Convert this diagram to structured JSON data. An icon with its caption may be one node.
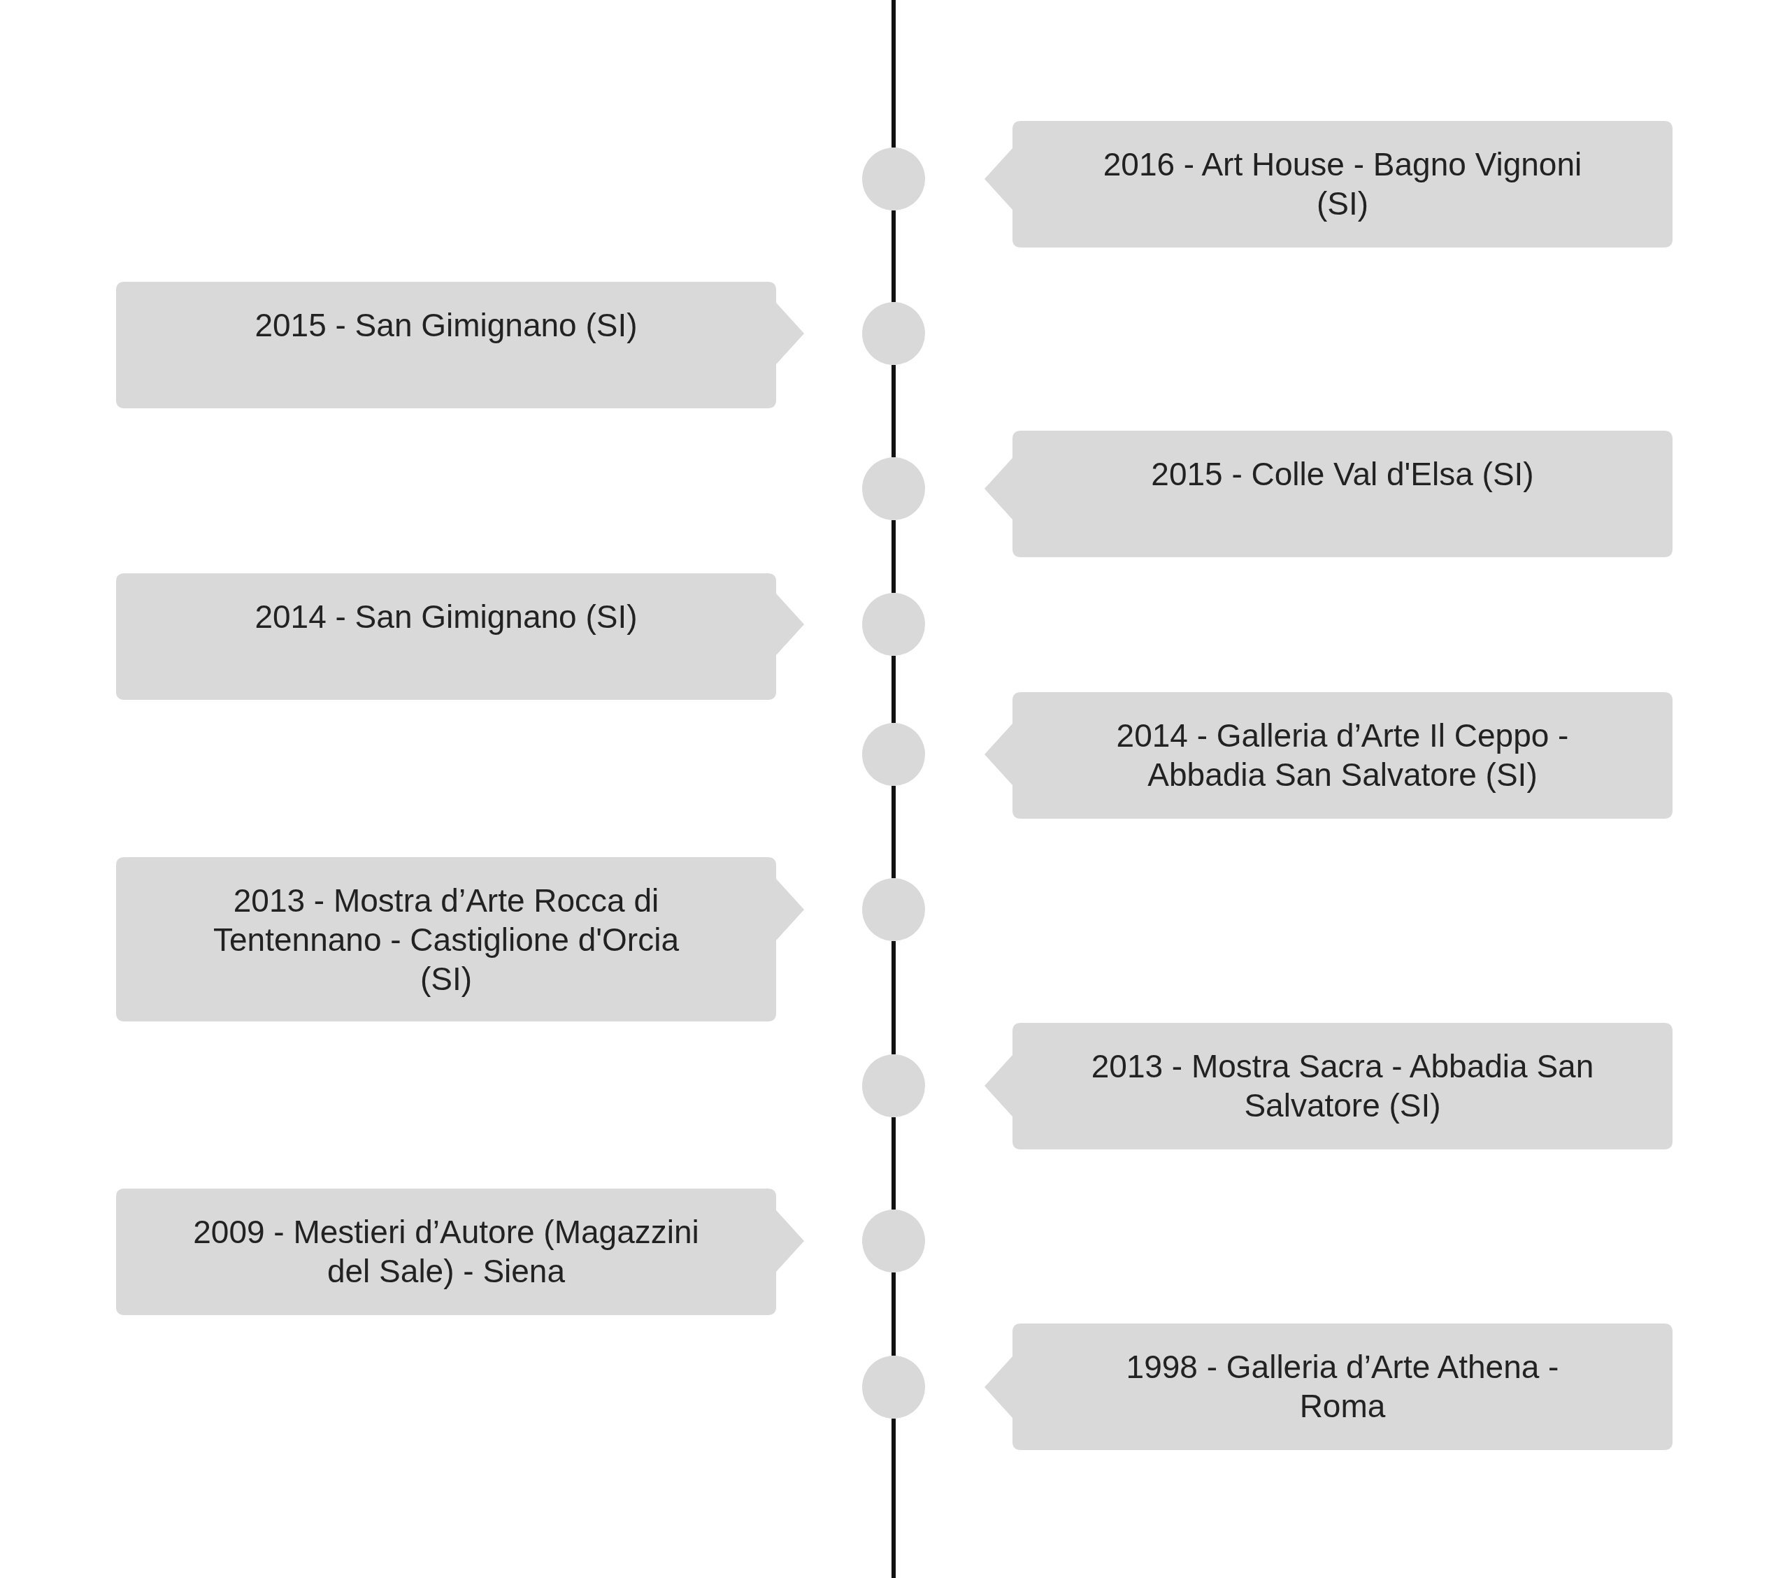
{
  "diagram": {
    "nodes": [
      {
        "text": [],
        "shape": "circle"
      },
      {
        "text": [
          "2016 - Art House - Bagno Vignoni (SI)"
        ]
      },
      {
        "text": [
          "2015 - San Gimignano (SI)"
        ]
      },
      {
        "text": [],
        "shape": "circle"
      },
      {
        "text": [],
        "shape": "circle"
      },
      {
        "text": [
          "2015 - Colle Val d'Elsa (SI)"
        ]
      },
      {
        "text": [
          "2014 - San Gimignano (SI)"
        ]
      },
      {
        "text": [],
        "shape": "circle"
      },
      {
        "text": [],
        "shape": "circle"
      },
      {
        "text": [
          "2014 - Galleria d’Arte Il Ceppo - Abbadia San Salvatore (SI)"
        ]
      },
      {
        "text": [
          "2013 - Mostra d’Arte Rocca di Tentennano - Castiglione d'Orcia (SI)"
        ]
      },
      {
        "text": [],
        "shape": "circle"
      },
      {
        "text": [],
        "shape": "circle"
      },
      {
        "text": [
          "2013 - Mostra Sacra - Abbadia San Salvatore (SI)"
        ]
      },
      {
        "text": [
          "2009 - Mestieri d’Autore (Magazzini del Sale) - Siena"
        ]
      },
      {
        "text": [],
        "shape": "circle"
      },
      {
        "text": [],
        "shape": "circle"
      },
      {
        "text": [
          "1998 - Galleria d’Arte Athena - Roma"
        ]
      }
    ],
    "edges": [
      {
        "from": null,
        "to": 0,
        "arrow": "none"
      },
      {
        "from": 0,
        "to": 3,
        "arrow": "none"
      },
      {
        "from": 3,
        "to": 4,
        "arrow": "none"
      },
      {
        "from": 4,
        "to": 7,
        "arrow": "none"
      },
      {
        "from": 7,
        "to": 8,
        "arrow": "none"
      },
      {
        "from": 8,
        "to": 11,
        "arrow": "none"
      },
      {
        "from": 11,
        "to": 12,
        "arrow": "none"
      },
      {
        "from": 12,
        "to": 15,
        "arrow": "none"
      },
      {
        "from": 15,
        "to": 16,
        "arrow": "none"
      },
      {
        "from": 16,
        "to": null,
        "arrow": "none"
      }
    ]
  }
}
